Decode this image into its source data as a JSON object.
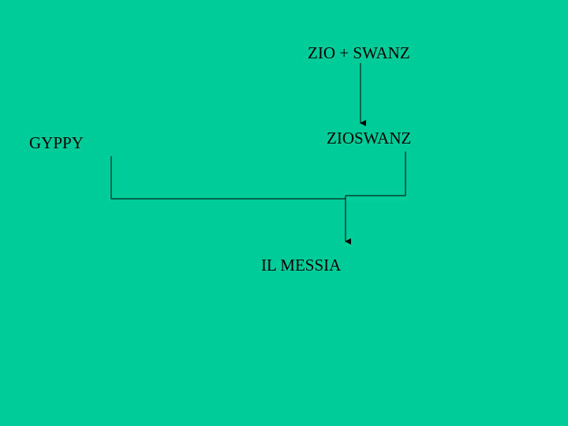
{
  "slide": {
    "background": "#00CC99"
  },
  "nodes": {
    "parents": "ZIO + SWANZ",
    "combined": "ZIOSWANZ",
    "gyppy": "GYPPY",
    "result": "IL MESSIA"
  },
  "colors": {
    "text": "#000000",
    "line": "#000000"
  }
}
